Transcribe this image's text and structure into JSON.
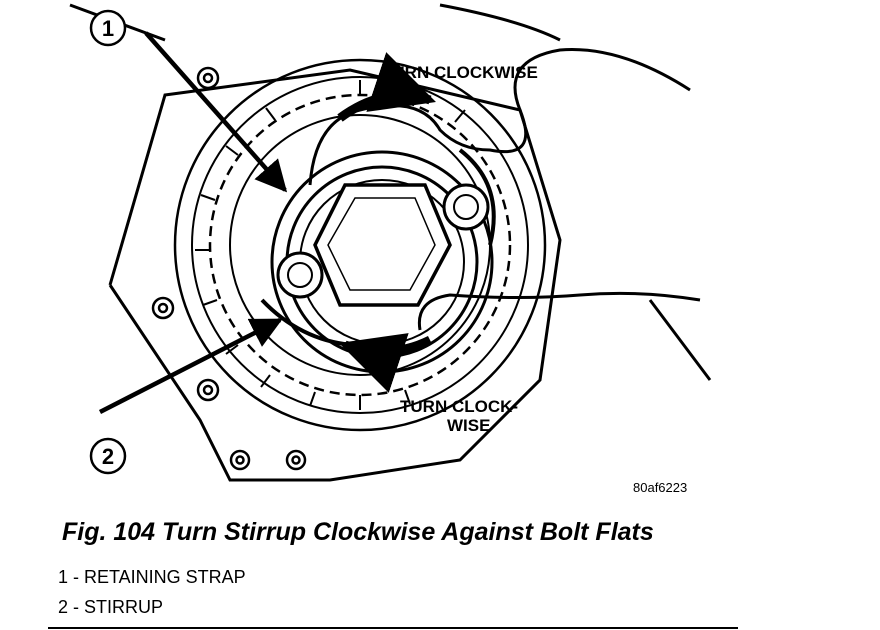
{
  "figure": {
    "callouts": [
      "1",
      "2"
    ],
    "arrow_labels": {
      "top": "TURN CLOCKWISE",
      "bottom_line1": "TURN CLOCK-",
      "bottom_line2": "WISE"
    },
    "figure_id": "80af6223"
  },
  "caption": "Fig. 104 Turn Stirrup Clockwise Against Bolt Flats",
  "legend": [
    "1 - RETAINING STRAP",
    "2 - STIRRUP"
  ]
}
